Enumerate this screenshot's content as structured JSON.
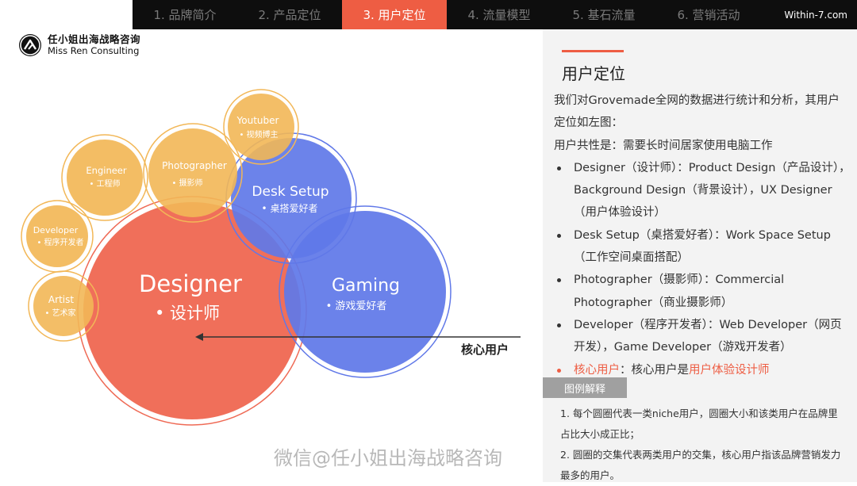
{
  "nav": {
    "tabs": [
      "1. 品牌简介",
      "2. 产品定位",
      "3. 用户定位",
      "4. 流量模型",
      "5. 基石流量",
      "6. 营销活动"
    ],
    "active_index": 2,
    "site": "Within-7.com"
  },
  "logo": {
    "cn": "任小姐出海战略咨询",
    "en": "Miss Ren Consulting"
  },
  "diagram": {
    "circles": [
      {
        "id": "designer",
        "title": "Designer",
        "subtitle": "• 设计师",
        "color": "#ef6a55"
      },
      {
        "id": "gaming",
        "title": "Gaming",
        "subtitle": "• 游戏爱好者",
        "color": "#6078e8"
      },
      {
        "id": "desk",
        "title": "Desk Setup",
        "subtitle": "• 桌搭爱好者",
        "color": "#6078e8"
      },
      {
        "id": "photographer",
        "title": "Photographer",
        "subtitle": "• 摄影师",
        "color": "#f2b757"
      },
      {
        "id": "youtuber",
        "title": "Youtuber",
        "subtitle": "• 视频博主",
        "color": "#f2b757"
      },
      {
        "id": "engineer",
        "title": "Engineer",
        "subtitle": "• 工程师",
        "color": "#f2b757"
      },
      {
        "id": "developer",
        "title": "Developer",
        "subtitle": "• 程序开发者",
        "color": "#f2b757"
      },
      {
        "id": "artist",
        "title": "Artist",
        "subtitle": "• 艺术家",
        "color": "#f2b757"
      }
    ],
    "core_label": "核心用户"
  },
  "panel": {
    "title": "用户定位",
    "intro1": "我们对Grovemade全网的数据进行统计和分析，其用户定位如左图：",
    "intro2": "用户共性是：需要长时间居家使用电脑工作",
    "bullets": [
      "Designer（设计师）：Product Design（产品设计），Background Design（背景设计），UX Designer（用户体验设计）",
      "Desk Setup（桌搭爱好者）：Work Space Setup（工作空间桌面搭配）",
      "Photographer（摄影师）：Commercial Photographer（商业摄影师）",
      "Developer（程序开发者）：Web Developer（网页开发），Game Developer（游戏开发者）"
    ],
    "core_bullet": {
      "label": "核心用户",
      "middle": "：核心用户是",
      "value": "用户体验设计师"
    },
    "legend_tag": "图例解释",
    "legend": [
      "1. 每个圆圈代表一类niche用户，圆圈大小和该类用户在品牌里占比大小成正比；",
      "2. 圆圈的交集代表两类用户的交集，核心用户指该品牌营销发力最多的用户。"
    ]
  },
  "watermark": "微信@任小姐出海战略咨询"
}
